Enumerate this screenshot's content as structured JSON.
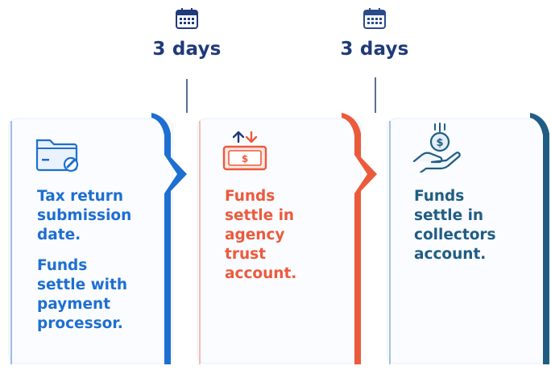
{
  "timeline": {
    "gap1": {
      "label": "3 days",
      "icon": "calendar-icon"
    },
    "gap2": {
      "label": "3 days",
      "icon": "calendar-icon"
    }
  },
  "steps": [
    {
      "icon": "folder-icon",
      "lines": [
        "Tax return\nsubmission\ndate.",
        "Funds\nsettle with\npayment\nprocessor."
      ],
      "color": "#1d6fd1"
    },
    {
      "icon": "money-transfer-icon",
      "lines": [
        "Funds\nsettle in\nagency\ntrust\naccount."
      ],
      "color": "#ec5a3c"
    },
    {
      "icon": "coin-in-hand-icon",
      "lines": [
        "Funds\nsettle in\ncollectors\naccount."
      ],
      "color": "#1f5d84"
    }
  ]
}
